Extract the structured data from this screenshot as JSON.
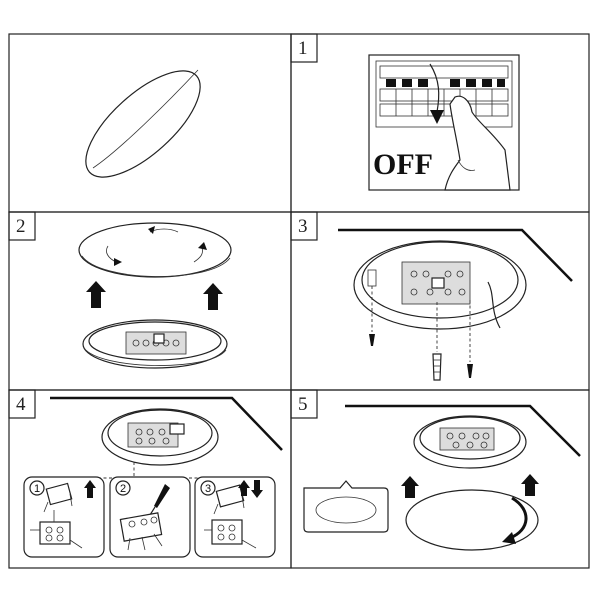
{
  "diagram": {
    "steps": [
      {
        "number": "1",
        "text": "OFF"
      },
      {
        "number": "2"
      },
      {
        "number": "3"
      },
      {
        "number": "4",
        "substeps": [
          "1",
          "2",
          "3"
        ]
      },
      {
        "number": "5"
      }
    ]
  }
}
